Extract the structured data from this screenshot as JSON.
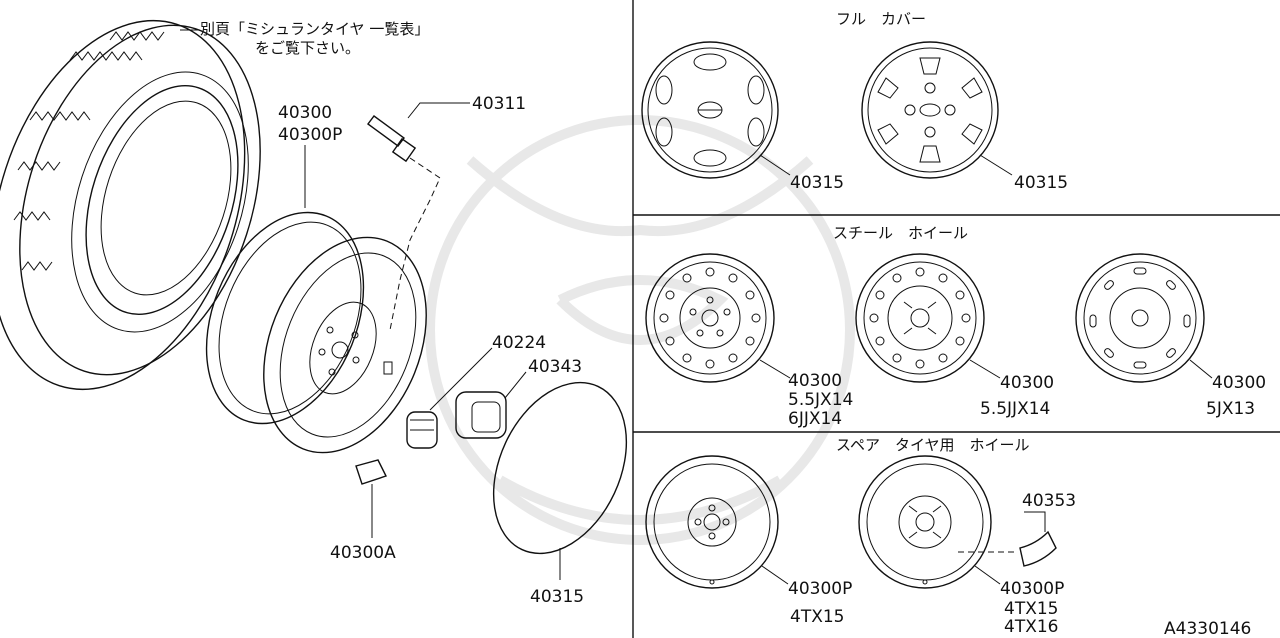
{
  "note": {
    "line1": "別頁「ミシュランタイヤ 一覧表」",
    "line2": "をご覧下さい。"
  },
  "left_parts": {
    "wheel_no": "40300",
    "wheel_no_p": "40300P",
    "valve": "40311",
    "nut": "40224",
    "ornament": "40343",
    "weight": "40300A",
    "cover": "40315"
  },
  "sections": {
    "full_cover": "フル　カバー",
    "steel_wheel": "スチール　ホイール",
    "spare_wheel": "スペア　タイヤ用　ホイール"
  },
  "full_cover": {
    "cover1": "40315",
    "cover2": "40315"
  },
  "steel": {
    "w1_no": "40300",
    "w1_size1": "5.5JX14",
    "w1_size2": "6JJX14",
    "w2_no": "40300",
    "w2_size": "5.5JJX14",
    "w3_no": "40300",
    "w3_size": "5JX13"
  },
  "spare": {
    "s1_no": "40300P",
    "s1_size": "4TX15",
    "s2_no": "40300P",
    "s2_size1": "4TX15",
    "s2_size2": "4TX16",
    "cap": "40353"
  },
  "diagram_id": "A4330146"
}
